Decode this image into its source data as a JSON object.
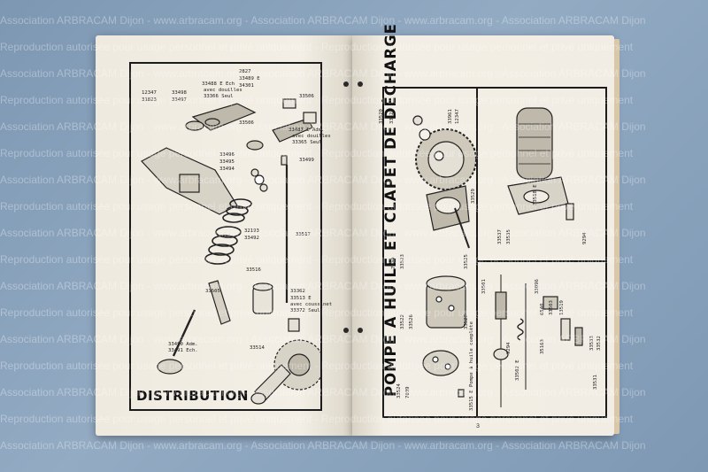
{
  "left_page": {
    "title": "DISTRIBUTION",
    "labels": [
      "12347",
      "31823",
      "33498",
      "33497",
      "33488 E Ech",
      "avec douilles",
      "33366 Seul",
      "2827",
      "33489 E",
      "34301",
      "33506",
      "33506",
      "33487 E Adm.",
      "avec douilles",
      "33365 Seul",
      "33496",
      "33495",
      "33494",
      "33499",
      "32193",
      "33492",
      "33517",
      "33516",
      "33505",
      "33362",
      "33513 E",
      "avec coussinet",
      "33372 Seul",
      "33490 Adm.",
      "33491 Ech.",
      "33514"
    ]
  },
  "right_page": {
    "title": "POMPE A HUILE ET CLAPET DE DÉCHARGE",
    "page_number": "3",
    "labels_left": [
      "33520",
      "33521",
      "33961",
      "12347",
      "33529",
      "7039",
      "33523",
      "33525",
      "33522",
      "33526",
      "33527",
      "33524",
      "7039",
      "33515 E Pompe à huile complète"
    ],
    "labels_right": [
      "33518 E",
      "33537",
      "33535",
      "9294",
      "33501",
      "33096",
      "6540",
      "9294",
      "33502 E",
      "35163",
      "33503",
      "13519",
      "33533",
      "33532",
      "33531"
    ]
  },
  "watermark": {
    "lines": [
      "Association ARBRACAM Dijon - www.arbracam.org - Association ARBRACAM Dijon - www.arbracam.org - Association ARBRACAM Dijon",
      "Reproduction autorisée pour usage personnel et privé uniquement - Reproduction autorisée pour usage personnel et privé uniquement"
    ]
  }
}
